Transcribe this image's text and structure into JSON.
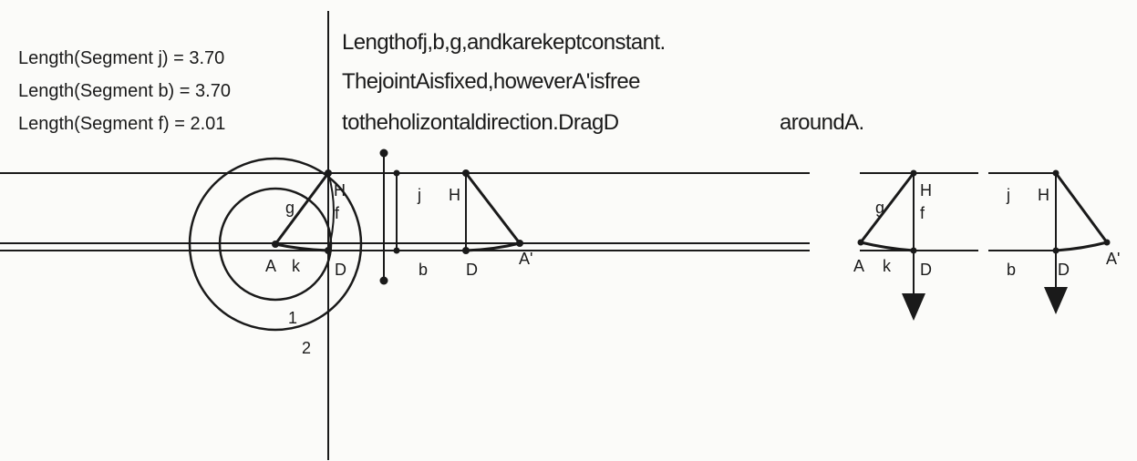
{
  "measurements": [
    "Length(Segment j) = 3.70",
    "Length(Segment b) = 3.70",
    "Length(Segment f) = 2.01"
  ],
  "description": {
    "line1": "Lengthofj,b,g,andkarekeptconstant.",
    "line2": "ThejointAisfixed,howeverA'isfree",
    "line3_a": "totheholizontaldirection.DragD",
    "line3_b": "aroundA."
  },
  "labels": {
    "H": "H",
    "g": "g",
    "f": "f",
    "A": "A",
    "k": "k",
    "D": "D",
    "j": "j",
    "b": "b",
    "A_prime": "A'",
    "circle_inner": "1",
    "circle_outer": "2"
  }
}
